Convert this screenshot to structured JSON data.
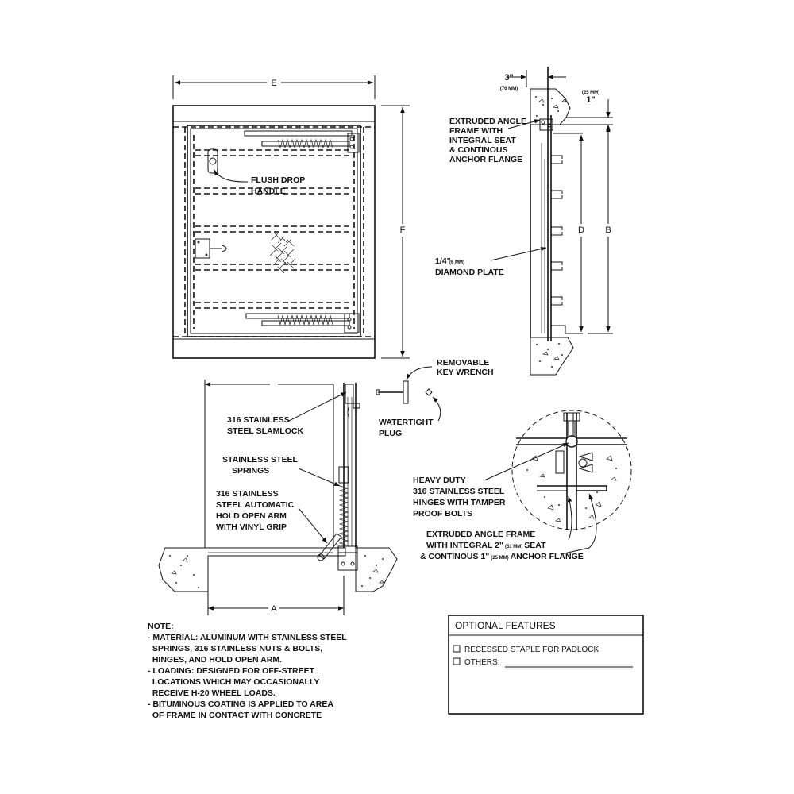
{
  "plan_view": {
    "dim_e": "E",
    "dim_f": "F",
    "flush_drop_handle": [
      "FLUSH DROP",
      "HANDLE"
    ]
  },
  "section_view": {
    "dim_3in": "3\"",
    "dim_3in_mm": "(76 MM)",
    "dim_1in_mm": "(25 MM)",
    "dim_1in": "1\"",
    "extruded_angle_frame": [
      "EXTRUDED ANGLE",
      "FRAME WITH",
      "INTEGRAL SEAT",
      "& CONTINOUS",
      "ANCHOR FLANGE"
    ],
    "dim_d": "D",
    "dim_b": "B",
    "diamond_plate_size": "1/4\"",
    "diamond_plate_mm": "(6 MM)",
    "diamond_plate": "DIAMOND PLATE"
  },
  "key_wrench": {
    "removable_key_wrench": [
      "REMOVABLE",
      "KEY WRENCH"
    ],
    "watertight_plug": [
      "WATERTIGHT",
      "PLUG"
    ]
  },
  "elevation_view": {
    "slamlock": [
      "316 STAINLESS",
      "STEEL SLAMLOCK"
    ],
    "springs": [
      "STAINLESS STEEL",
      "SPRINGS"
    ],
    "hold_open_arm": [
      "316 STAINLESS",
      "STEEL AUTOMATIC",
      "HOLD OPEN ARM",
      "WITH VINYL GRIP"
    ],
    "dim_a": "A"
  },
  "detail_view": {
    "hinges": [
      "HEAVY DUTY",
      "316 STAINLESS STEEL",
      "HINGES WITH TAMPER",
      "PROOF BOLTS"
    ],
    "frame_line1": "EXTRUDED ANGLE FRAME",
    "frame_line2_a": "WITH INTEGRAL 2\"",
    "frame_line2_mm": "(51 MM)",
    "frame_line2_b": "SEAT",
    "frame_line3_a": "& CONTINOUS 1\"",
    "frame_line3_mm": "(25 MM)",
    "frame_line3_b": "ANCHOR FLANGE"
  },
  "note": {
    "title": "NOTE:",
    "lines": [
      "- MATERIAL: ALUMINUM WITH STAINLESS STEEL",
      "  SPRINGS, 316 STAINLESS NUTS & BOLTS,",
      "  HINGES, AND HOLD OPEN ARM.",
      "- LOADING: DESIGNED FOR OFF-STREET",
      "  LOCATIONS WHICH MAY OCCASIONALLY",
      "  RECEIVE H-20 WHEEL LOADS.",
      "- BITUMINOUS COATING IS APPLIED TO AREA",
      "  OF FRAME IN CONTACT WITH CONCRETE"
    ]
  },
  "optional_features": {
    "title": "OPTIONAL FEATURES",
    "recessed_staple": "RECESSED STAPLE FOR PADLOCK",
    "others": "OTHERS:"
  }
}
